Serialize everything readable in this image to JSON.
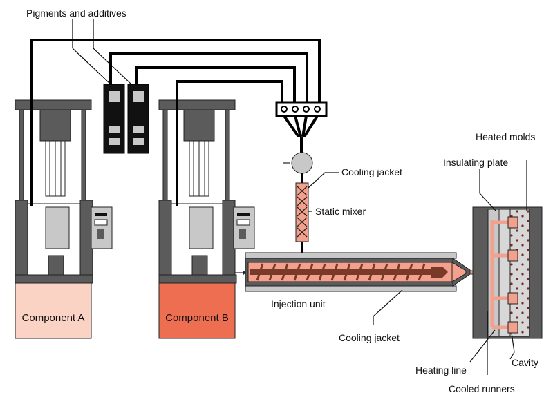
{
  "labels": {
    "pigments": "Pigments and additives",
    "heated_molds": "Heated molds",
    "insulating_plate": "Insulating plate",
    "cooling_jacket_top": "Cooling jacket",
    "static_mixer": "Static mixer",
    "injection_unit": "Injection unit",
    "cooling_jacket_bottom": "Cooling jacket",
    "heating_line": "Heating line",
    "cavity": "Cavity",
    "cooled_runners": "Cooled runners",
    "component_a": "Component A",
    "component_b": "Component B"
  },
  "colors": {
    "steel": "#5b5b5b",
    "pump_light": "#c8c8c8",
    "component_a": "#fbd3c4",
    "component_b": "#ee6e52",
    "melt": "#f3a08c",
    "pipe": "#000000"
  }
}
